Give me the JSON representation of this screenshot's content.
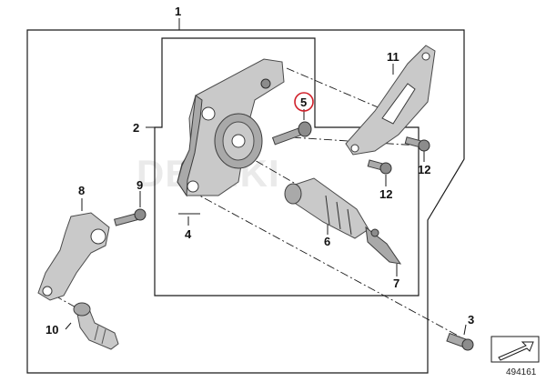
{
  "callouts": {
    "c1": "1",
    "c2": "2",
    "c3": "3",
    "c4": "4",
    "c5": "5",
    "c6": "6",
    "c7": "7",
    "c8": "8",
    "c9": "9",
    "c10": "10",
    "c11": "11",
    "c12a": "12",
    "c12b": "12"
  },
  "highlighted_callout": "5",
  "highlight_color": "#d0202a",
  "watermark": "DEWIKI",
  "reference_number": "494161",
  "icons": {
    "orientation_icon": "direction-arrow-icon"
  }
}
